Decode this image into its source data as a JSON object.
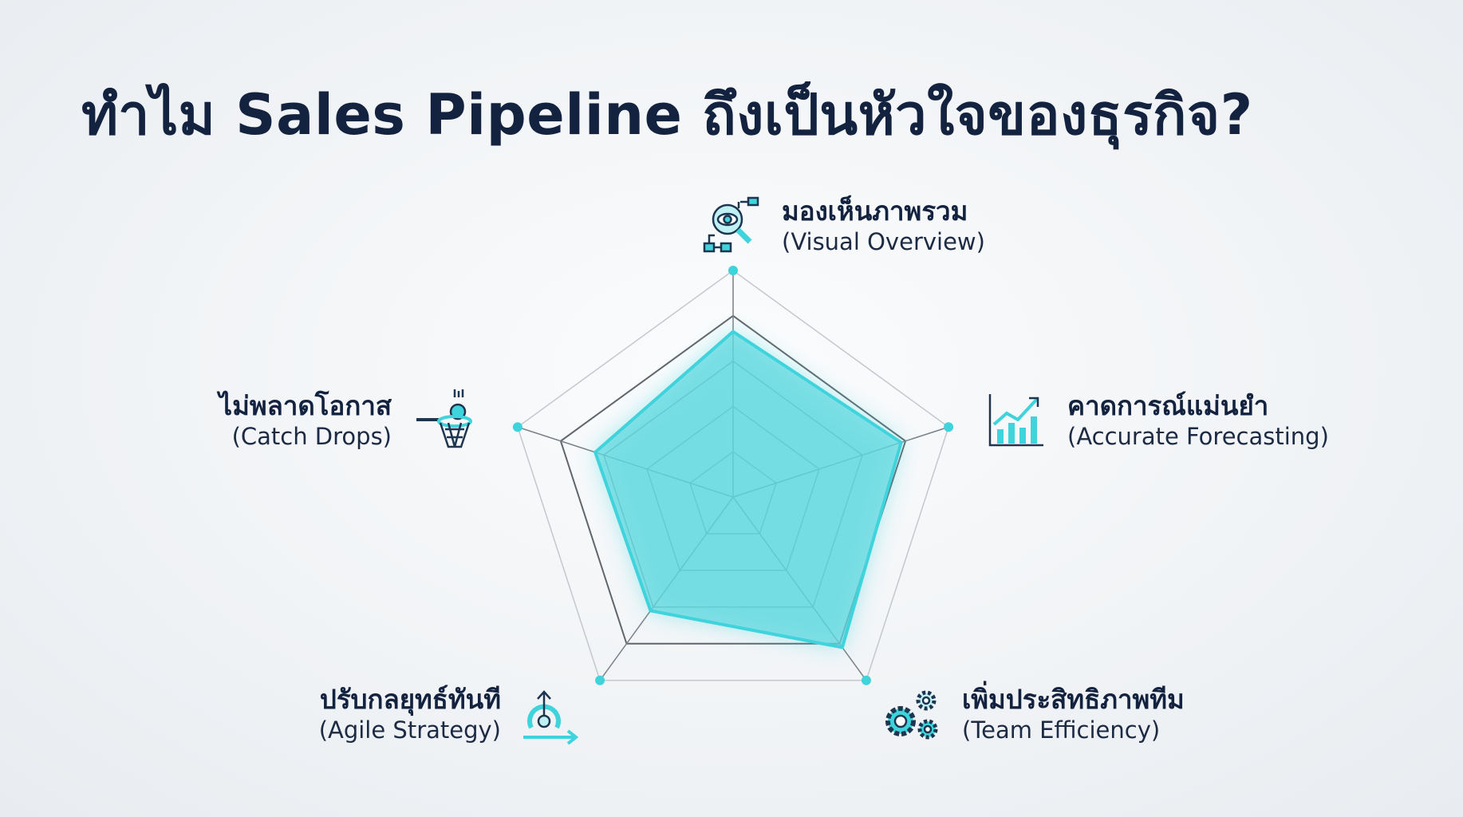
{
  "title": "ทำไม Sales Pipeline ถึงเป็นหัวใจของธุรกิจ?",
  "colors": {
    "accent": "#3fd3dc",
    "fill": "#5fd8e0",
    "text": "#13223f",
    "grid": "#7a7f86"
  },
  "chart_data": {
    "type": "radar",
    "axes": [
      {
        "th": "มองเห็นภาพรวม",
        "en": "(Visual Overview)",
        "icon": "magnifier-eye-flowchart-icon"
      },
      {
        "th": "คาดการณ์แม่นยำ",
        "en": "(Accurate Forecasting)",
        "icon": "bar-chart-trend-icon"
      },
      {
        "th": "เพิ่มประสิทธิภาพทีม",
        "en": "(Team Efficiency)",
        "icon": "gears-icon"
      },
      {
        "th": "ปรับกลยุทธ์ทันที",
        "en": "(Agile Strategy)",
        "icon": "pivot-arrows-icon"
      },
      {
        "th": "ไม่พลาดโอกาส",
        "en": "(Catch Drops)",
        "icon": "basketball-hoop-icon"
      }
    ],
    "values": [
      73,
      78,
      82,
      62,
      64
    ],
    "range": [
      0,
      100
    ],
    "grid_levels": [
      20,
      40,
      60,
      80,
      100
    ]
  }
}
